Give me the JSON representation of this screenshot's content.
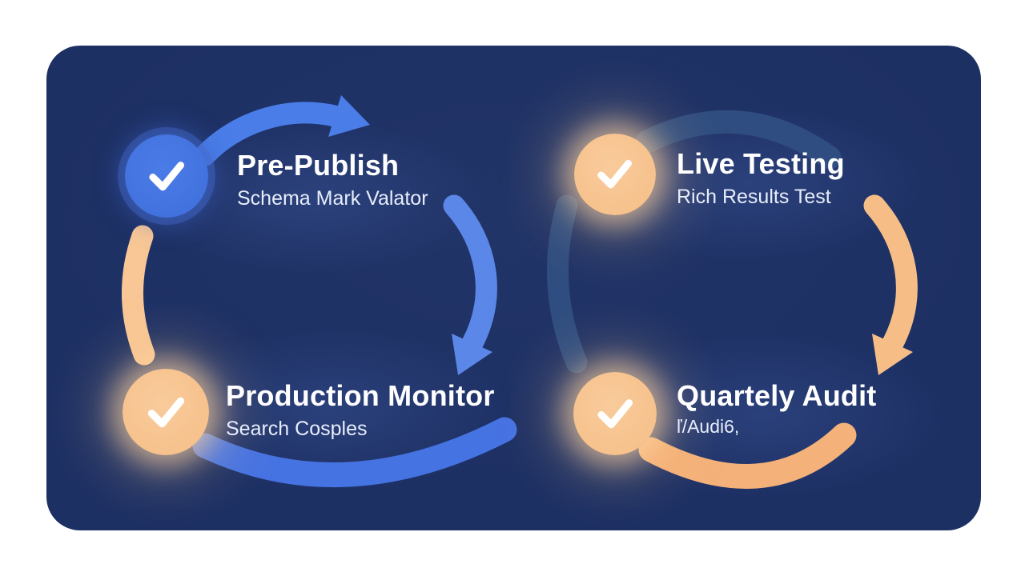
{
  "page": {
    "background": "#ffffff"
  },
  "card": {
    "background": "#1d3064"
  },
  "colors": {
    "page-bg": "#ffffff",
    "card-bg": "#1d3064",
    "blue-bright": "#4a7de8",
    "blue-mid": "#5b87e8",
    "blue-deep": "#4673e2",
    "blue-muted": "#2f4d80",
    "orange-light": "#f8c795",
    "orange-mid": "#f7bd87",
    "orange-deep": "#f4b179",
    "badge-blue": "#4272de",
    "badge-orange": "#f6c18c",
    "title": "#ffffff",
    "subtitle": "#e7edfb"
  },
  "icons": {
    "check": "checkmark"
  },
  "steps": [
    {
      "title": "Pre-Publish",
      "subtitle": "Schema Mark Valator",
      "badge": "blue"
    },
    {
      "title": "Live Testing",
      "subtitle": "Rich Results Test",
      "badge": "orange"
    },
    {
      "title": "Production Monitor",
      "subtitle": "Search Cosples",
      "badge": "orange"
    },
    {
      "title": "Quartely Audit",
      "subtitle": "ľ/Audi6,",
      "badge": "orange"
    }
  ]
}
